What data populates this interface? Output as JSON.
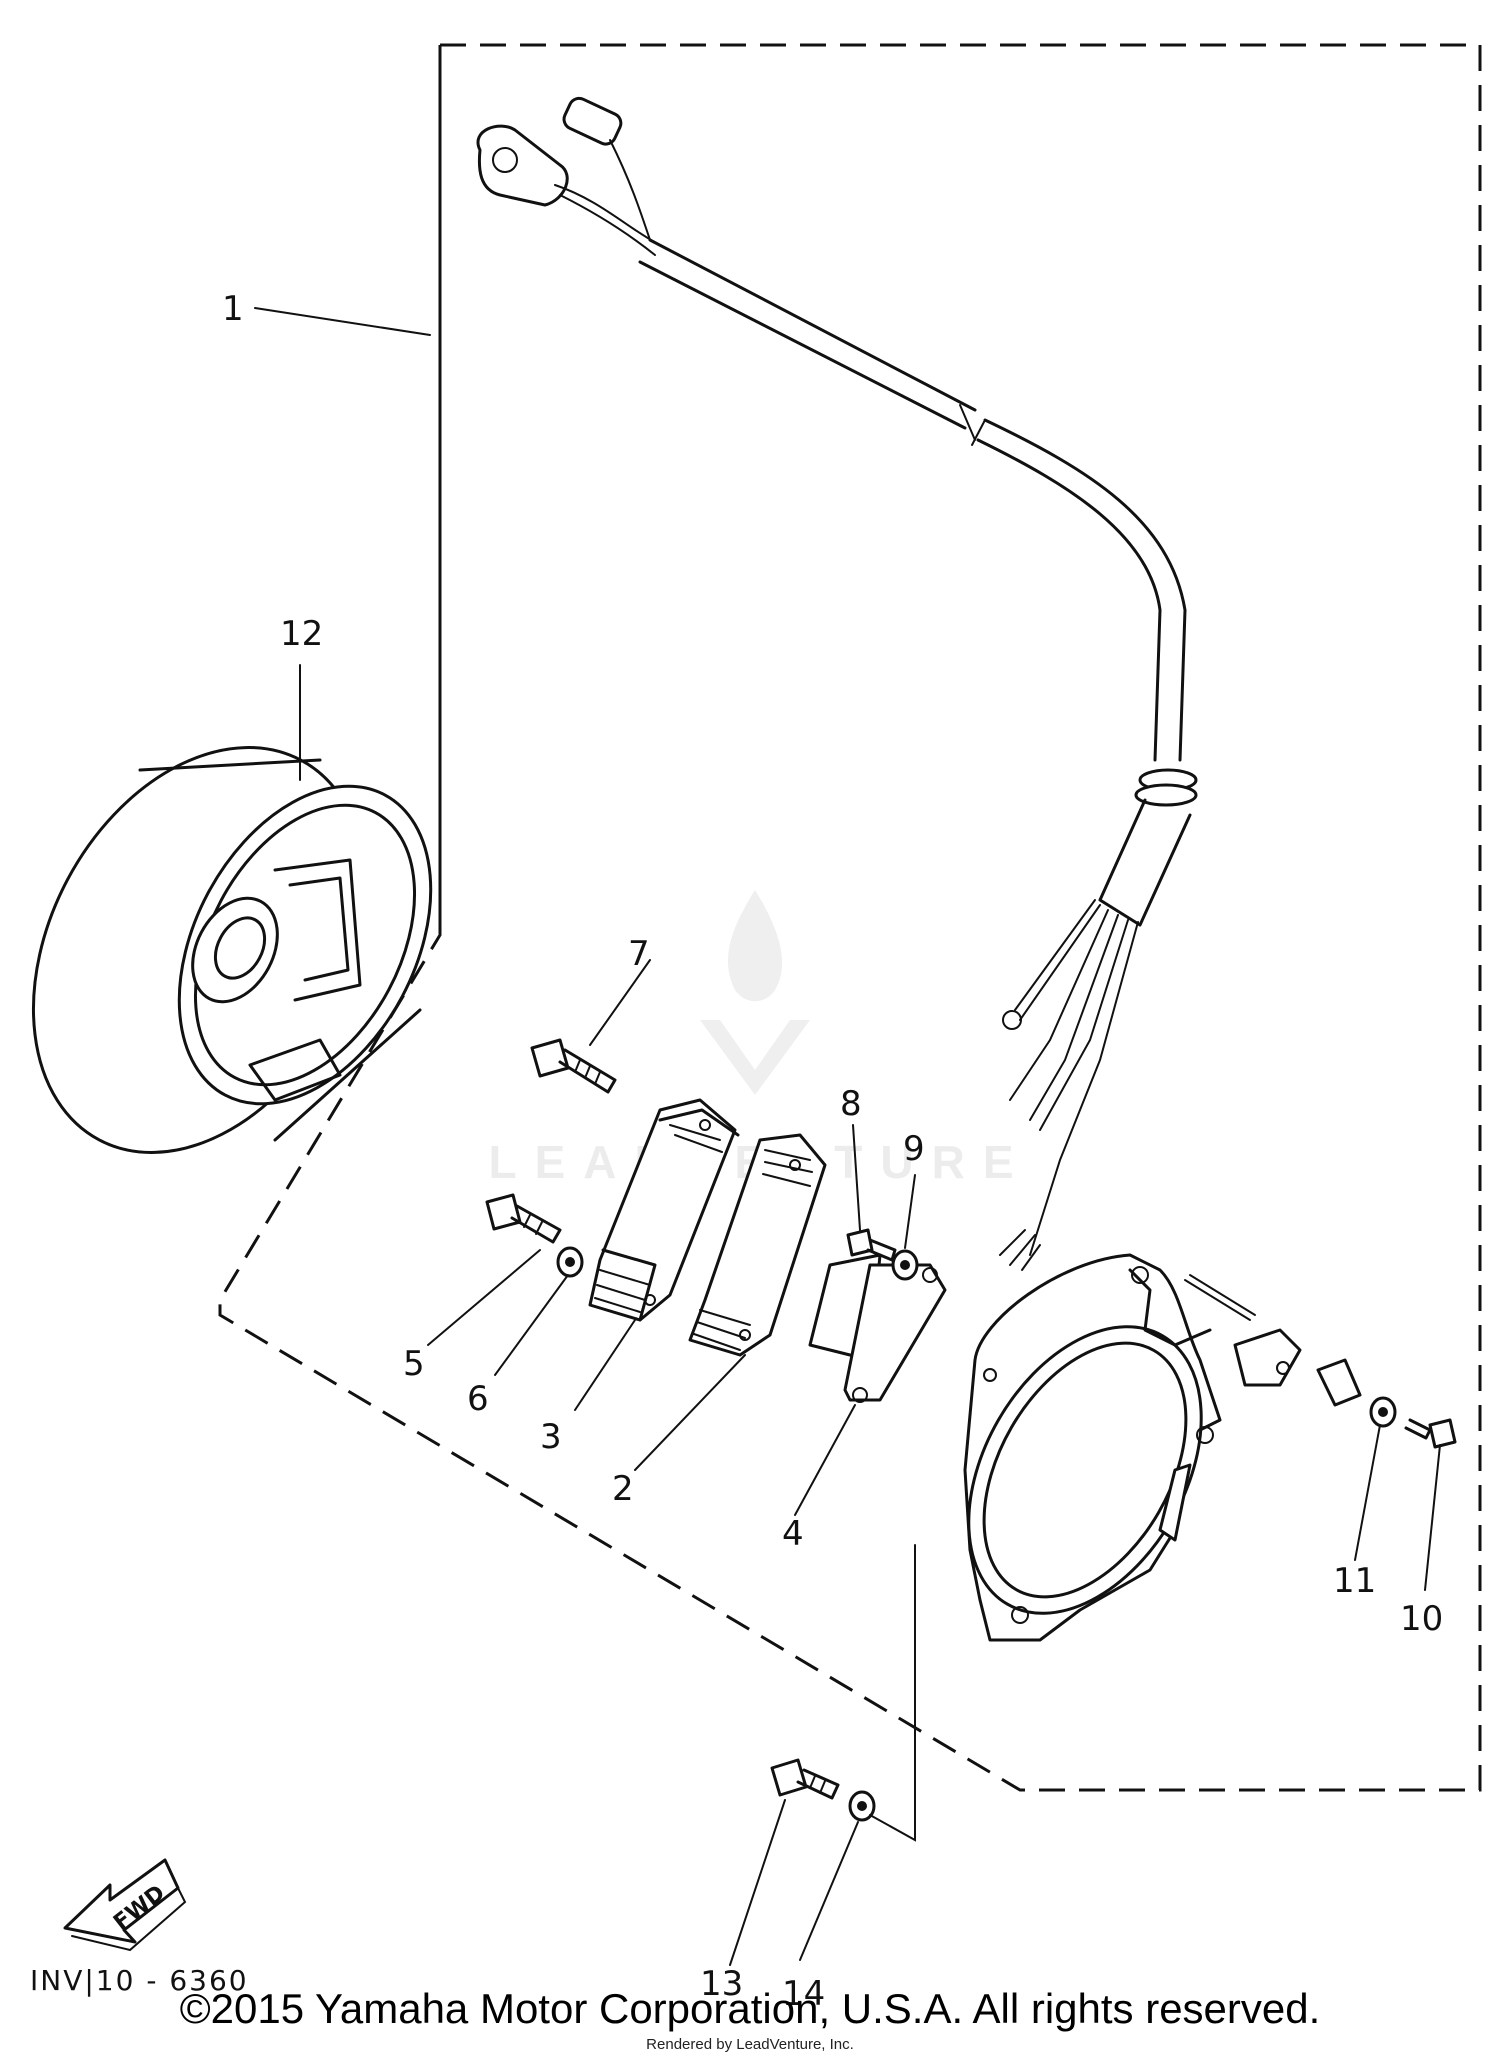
{
  "diagram": {
    "callouts": [
      "1",
      "2",
      "3",
      "4",
      "5",
      "6",
      "7",
      "8",
      "9",
      "10",
      "11",
      "12",
      "13",
      "14"
    ],
    "figure_code": "INV|10 - 6360",
    "fwd_label": "FWD"
  },
  "watermark": {
    "text": "LEADVENTURE"
  },
  "footer": {
    "copyright": "©2015 Yamaha Motor Corporation, U.S.A. All rights reserved.",
    "rendered_by": "Rendered by LeadVenture, Inc."
  }
}
